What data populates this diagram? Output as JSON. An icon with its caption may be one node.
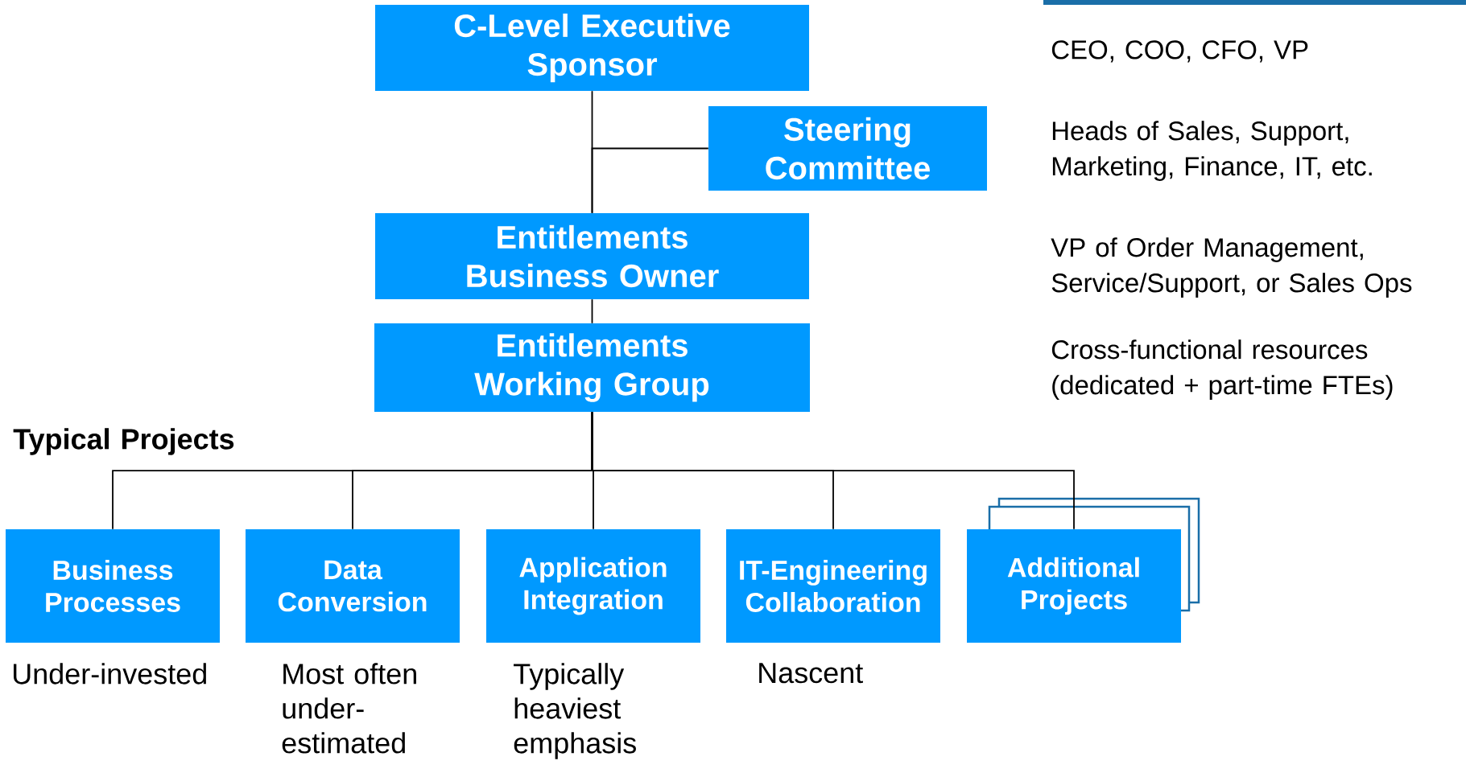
{
  "diagram": {
    "nodes": [
      {
        "text": [
          "C-Level Executive Sponsor"
        ]
      },
      {
        "text": [
          "Steering Committee"
        ]
      },
      {
        "text": [
          "Entitlements Business Owner"
        ]
      },
      {
        "text": [
          "Entitlements Working Group"
        ]
      },
      {
        "text": [
          "Business Processes"
        ],
        "beside": [
          "Under-invested"
        ]
      },
      {
        "text": [
          "Data Conversion"
        ],
        "beside": [
          "Most often under-estimated"
        ]
      },
      {
        "text": [
          "Application Integration"
        ],
        "beside": [
          "Typically heaviest emphasis"
        ]
      },
      {
        "text": [
          "IT-Engineering Collaboration"
        ],
        "beside": [
          "Nascent"
        ]
      },
      {
        "text": [
          "Additional Projects"
        ]
      }
    ],
    "edges": [
      {
        "from": 0,
        "to": 2,
        "arrow": "none"
      },
      {
        "from": 1,
        "to": 2,
        "arrow": "none"
      },
      {
        "from": 2,
        "to": 3,
        "arrow": "none"
      },
      {
        "from": 3,
        "to": 4,
        "arrow": "none"
      },
      {
        "from": 3,
        "to": 5,
        "arrow": "none"
      },
      {
        "from": 3,
        "to": 6,
        "arrow": "none"
      },
      {
        "from": 3,
        "to": 7,
        "arrow": "none"
      },
      {
        "from": 3,
        "to": 8,
        "arrow": "none"
      }
    ],
    "labels": [
      "CEO, COO, CFO, VP",
      "Heads of Sales, Support, Marketing, Finance, IT, etc.",
      "VP of Order Management, Service/Support, or Sales Ops",
      "Cross-functional resources (dedicated + part-time FTEs)",
      "Typical Projects"
    ]
  }
}
